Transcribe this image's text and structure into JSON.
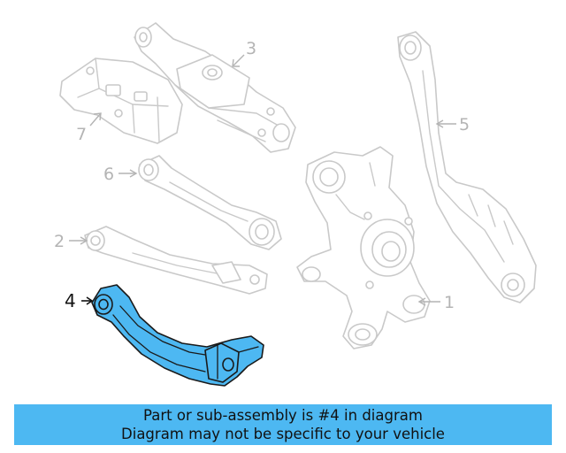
{
  "callouts": [
    {
      "id": "1",
      "label": "1"
    },
    {
      "id": "2",
      "label": "2"
    },
    {
      "id": "3",
      "label": "3"
    },
    {
      "id": "4",
      "label": "4"
    },
    {
      "id": "5",
      "label": "5"
    },
    {
      "id": "6",
      "label": "6"
    },
    {
      "id": "7",
      "label": "7"
    }
  ],
  "highlighted_part": "4",
  "colors": {
    "highlight": "#4db8f2",
    "ghost_outline": "#c9c9c9",
    "callout_gray": "#b4b4b4"
  },
  "banner": {
    "line1": "Part or sub-assembly is #4 in diagram",
    "line2": "Diagram may not be specific to your vehicle"
  }
}
